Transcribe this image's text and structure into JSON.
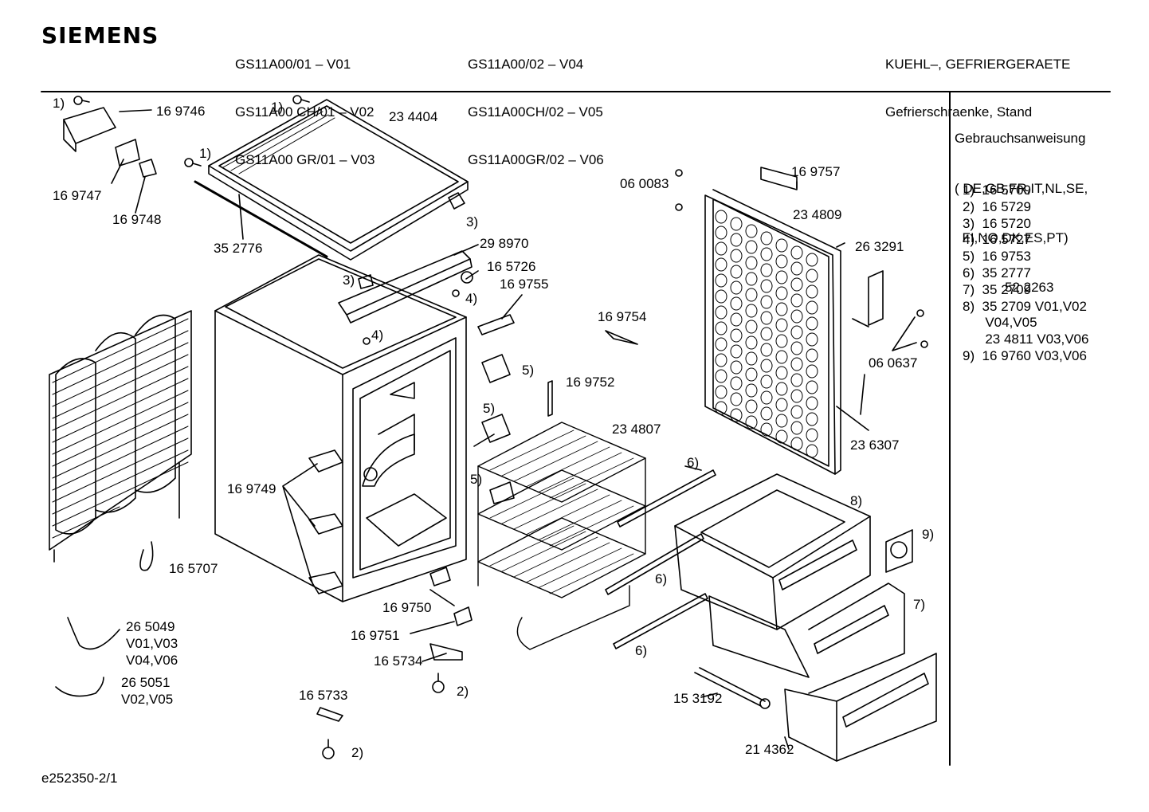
{
  "brand": "SIEMENS",
  "models_col1": [
    "GS11A00/01 – V01",
    "GS11A00 CH/01 – V02",
    "GS11A00 GR/01 – V03"
  ],
  "models_col2": [
    "GS11A00/02 – V04",
    "GS11A00CH/02 – V05",
    "GS11A00GR/02 – V06"
  ],
  "category": [
    "KUEHL–, GEFRIERGERAETE",
    "Gefrierschraenke, Stand"
  ],
  "manual": {
    "lines": [
      "Gebrauchsanweisung",
      "( DE,GB,FR,IT,NL,SE,",
      "  FI,NO,DK,ES,PT)"
    ],
    "number": "52 2263"
  },
  "notes": [
    "1)  16 5709",
    "2)  16 5729",
    "3)  16 5720",
    "4)  16 5727",
    "5)  16 9753",
    "6)  35 2777",
    "7)  35 2709",
    "8)  35 2709 V01,V02",
    "      V04,V05",
    "      23 4811 V03,V06",
    "9)  16 9760 V03,V06"
  ],
  "parts": {
    "p169746": "16 9746",
    "p169747": "16 9747",
    "p169748": "16 9748",
    "p234404": "23 4404",
    "p352776": "35 2776",
    "p298970": "29 8970",
    "p165726": "16 5726",
    "p169755": "16 9755",
    "p060083": "06 0083",
    "p169757": "16 9757",
    "p234809": "23 4809",
    "p263291": "26 3291",
    "p060637": "06 0637",
    "p169754": "16 9754",
    "p169752": "16 9752",
    "p234807": "23 4807",
    "p236307": "23 6307",
    "p169749": "16 9749",
    "p165707": "16 5707",
    "p169750": "16 9750",
    "p169751": "16 9751",
    "p165734": "16 5734",
    "p265049": "26 5049",
    "p265049v1": "V01,V03",
    "p265049v2": "V04,V06",
    "p265051": "26 5051",
    "p265051v": "V02,V05",
    "p165733": "16 5733",
    "p153192": "15 3192",
    "p214362": "21 4362"
  },
  "callouts": {
    "c1a": "1)",
    "c1b": "1)",
    "c1c": "1)",
    "c3a": "3)",
    "c3b": "3)",
    "c4a": "4)",
    "c4b": "4)",
    "c5a": "5)",
    "c5b": "5)",
    "c5c": "5)",
    "c6a": "6)",
    "c6b": "6)",
    "c6c": "6)",
    "c8": "8)",
    "c9": "9)",
    "c7": "7)",
    "c2a": "2)",
    "c2b": "2)"
  },
  "footer": "e252350-2/1"
}
